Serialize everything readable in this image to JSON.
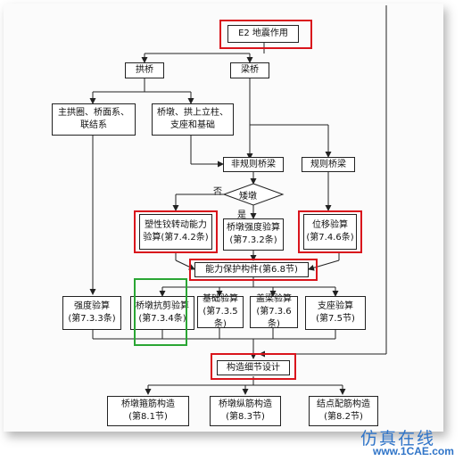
{
  "nodes": {
    "root": "E2 地震作用",
    "arch": "拱桥",
    "beam": "梁桥",
    "arch_main_l1": "主拱圈、桥面系、",
    "arch_main_l2": "联结系",
    "piers_l1": "桥墩、拱上立柱、",
    "piers_l2": "支座和基础",
    "irregular": "非规则桥梁",
    "regular": "规则桥梁",
    "short_pier": "矮墩",
    "no": "否",
    "yes": "是",
    "plastic_l1": "塑性铰转动能力",
    "plastic_l2": "验算(第7.4.2条)",
    "pier_strength_l1": "桥墩强度验算",
    "pier_strength_l2": "(第7.3.2条)",
    "displacement_l1": "位移验算",
    "displacement_l2": "(第7.4.6条)",
    "capacity": "能力保护构件(第6.8节)",
    "strength_l1": "强度验算",
    "strength_l2": "(第7.3.3条)",
    "shear_l1": "桥墩抗剪验算",
    "shear_l2": "(第7.3.4条)",
    "foundation_l1": "基础验算",
    "foundation_l2": "(第7.3.5条)",
    "capbeam_l1": "盖梁验算",
    "capbeam_l2": "(第7.3.6条)",
    "bearing_l1": "支座验算",
    "bearing_l2": "(第7.5节)",
    "detail": "构造细节设计",
    "stirrup_l1": "桥墩箍筋构造",
    "stirrup_l2": "(第8.1节)",
    "longbar_l1": "桥墩纵筋构造",
    "longbar_l2": "(第8.3节)",
    "joint_l1": "结点配筋构造",
    "joint_l2": "(第8.2节)"
  },
  "watermark": {
    "line1": "仿真在线",
    "line2": "www.1CAE.com"
  },
  "colors": {
    "highlight_red": "#d9141c",
    "highlight_green": "#2aa634",
    "watermark": "#2f74c8"
  }
}
